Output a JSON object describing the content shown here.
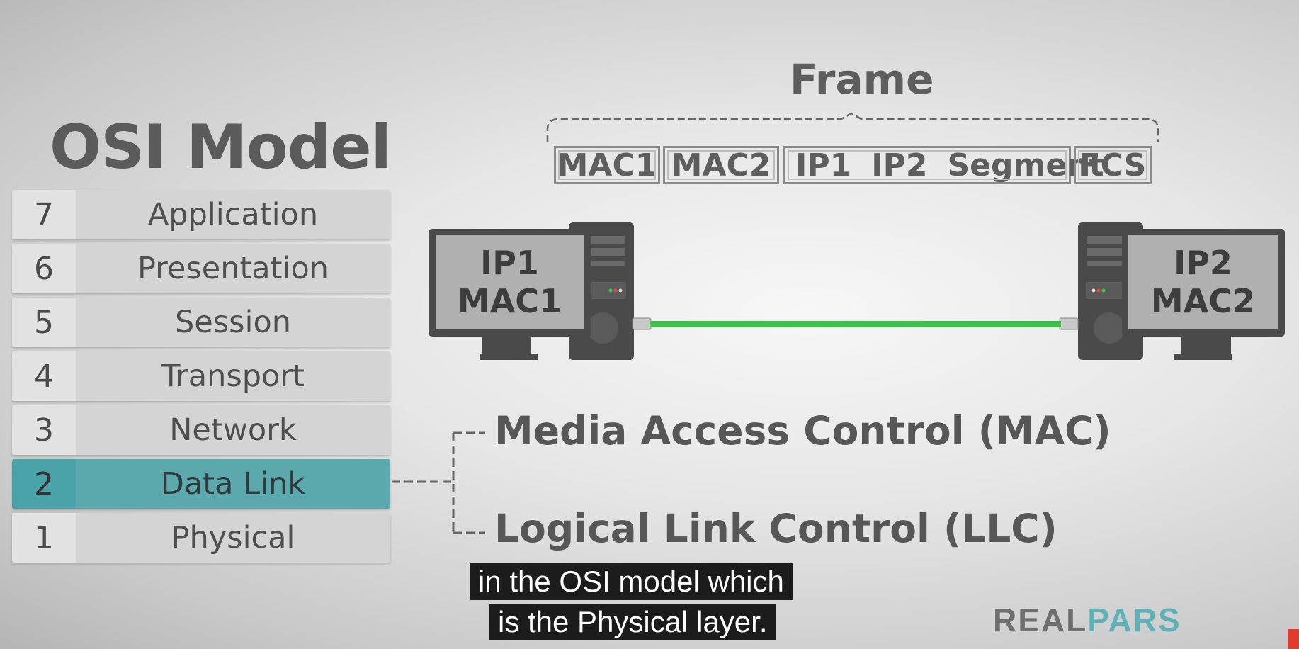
{
  "title": "OSI Model",
  "layers": [
    {
      "num": "7",
      "name": "Application"
    },
    {
      "num": "6",
      "name": "Presentation"
    },
    {
      "num": "5",
      "name": "Session"
    },
    {
      "num": "4",
      "name": "Transport"
    },
    {
      "num": "3",
      "name": "Network"
    },
    {
      "num": "2",
      "name": "Data Link"
    },
    {
      "num": "1",
      "name": "Physical"
    }
  ],
  "active_layer": "Data Link",
  "frame": {
    "title": "Frame",
    "fields": [
      "MAC1",
      "MAC2",
      "IP1",
      "IP2",
      "Segment",
      "FCS"
    ]
  },
  "left_computer": {
    "ip": "IP1",
    "mac": "MAC1"
  },
  "right_computer": {
    "ip": "IP2",
    "mac": "MAC2"
  },
  "sublayers": [
    "Media Access Control (MAC)",
    "Logical Link Control (LLC)"
  ],
  "caption": [
    "in the OSI model which",
    "is the Physical layer."
  ],
  "logo": {
    "part1": "REAL",
    "part2": "PARS"
  },
  "colors": {
    "highlight": "#5ba8ad",
    "cable": "#3cc24a",
    "logo_accent": "#5fb1b8"
  }
}
